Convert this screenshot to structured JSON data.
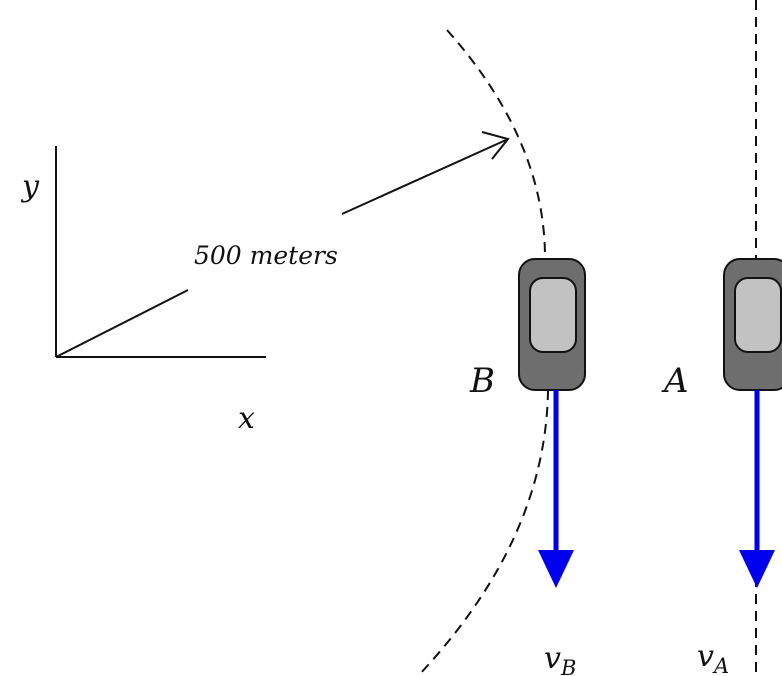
{
  "axes": {
    "x_label": "x",
    "y_label": "y"
  },
  "radius_label": "500 meters",
  "cars": {
    "B": {
      "label": "B",
      "velocity_symbol": "v",
      "velocity_subscript": "B"
    },
    "A": {
      "label": "A",
      "velocity_symbol": "v",
      "velocity_subscript": "A"
    }
  },
  "colors": {
    "velocity_arrow": "#0000ee",
    "car_body": "#6e6e6e",
    "car_window": "#c2c2c2",
    "line": "#111111"
  }
}
